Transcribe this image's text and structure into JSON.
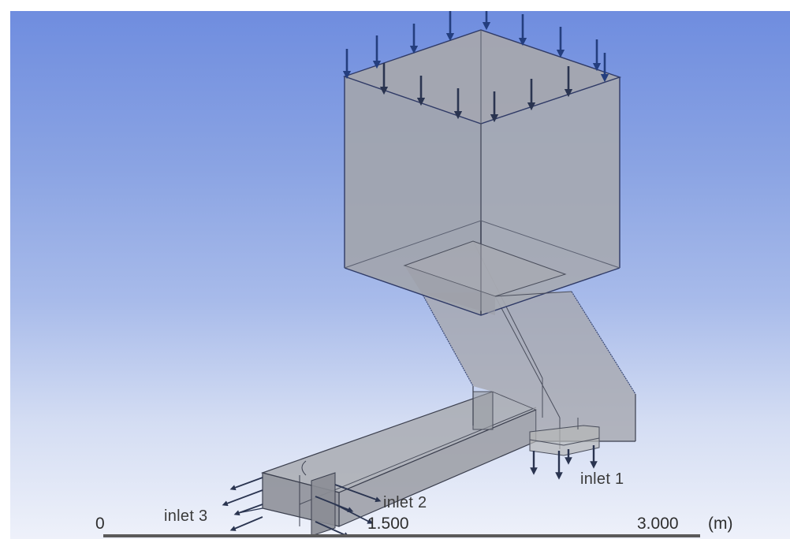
{
  "viewport": {
    "background_top": "#6f8ddf",
    "background_bottom": "#eef1fa",
    "geometry_fill": "#a3a6b0",
    "edge_color": "#2f3a5a",
    "arrow_color": "#2a3f7a"
  },
  "labels": {
    "inlet_1": "inlet 1",
    "inlet_2": "inlet 2",
    "inlet_3": "inlet 3"
  },
  "scale": {
    "tick_0": "0",
    "tick_mid": "1.500",
    "tick_max": "3.000",
    "unit": "(m)"
  },
  "icons": {
    "pressure_arrows": "down-arrow-icon",
    "inlet_arrows": "arrow-icon"
  }
}
